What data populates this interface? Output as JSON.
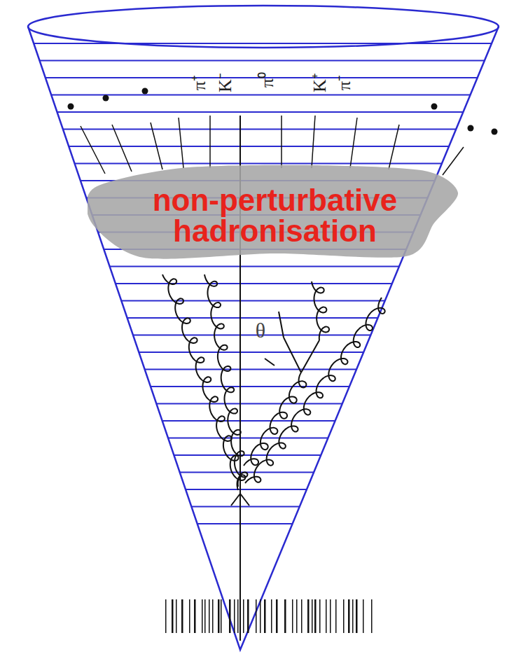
{
  "diagram": {
    "nodes": [
      {
        "text": [
          "non-perturbative hadronisation"
        ]
      }
    ],
    "labels": [
      "θ",
      "π⁺",
      "K⁻",
      "π⁰",
      "K⁺",
      "π⁻"
    ]
  }
}
